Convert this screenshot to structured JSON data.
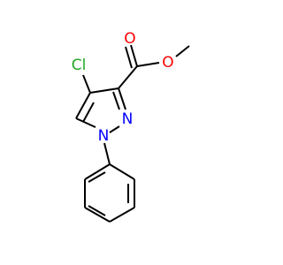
{
  "molecule": {
    "atoms": {
      "chlorine": {
        "label": "Cl",
        "color": "#22a822"
      },
      "carbonyl_oxygen": {
        "label": "O",
        "color": "#ff0000"
      },
      "ester_oxygen": {
        "label": "O",
        "color": "#ff0000"
      },
      "pyrazole_n2": {
        "label": "N",
        "color": "#0000ff"
      },
      "pyrazole_n1": {
        "label": "N",
        "color": "#0000ff"
      }
    },
    "bond_color": "#000000"
  }
}
